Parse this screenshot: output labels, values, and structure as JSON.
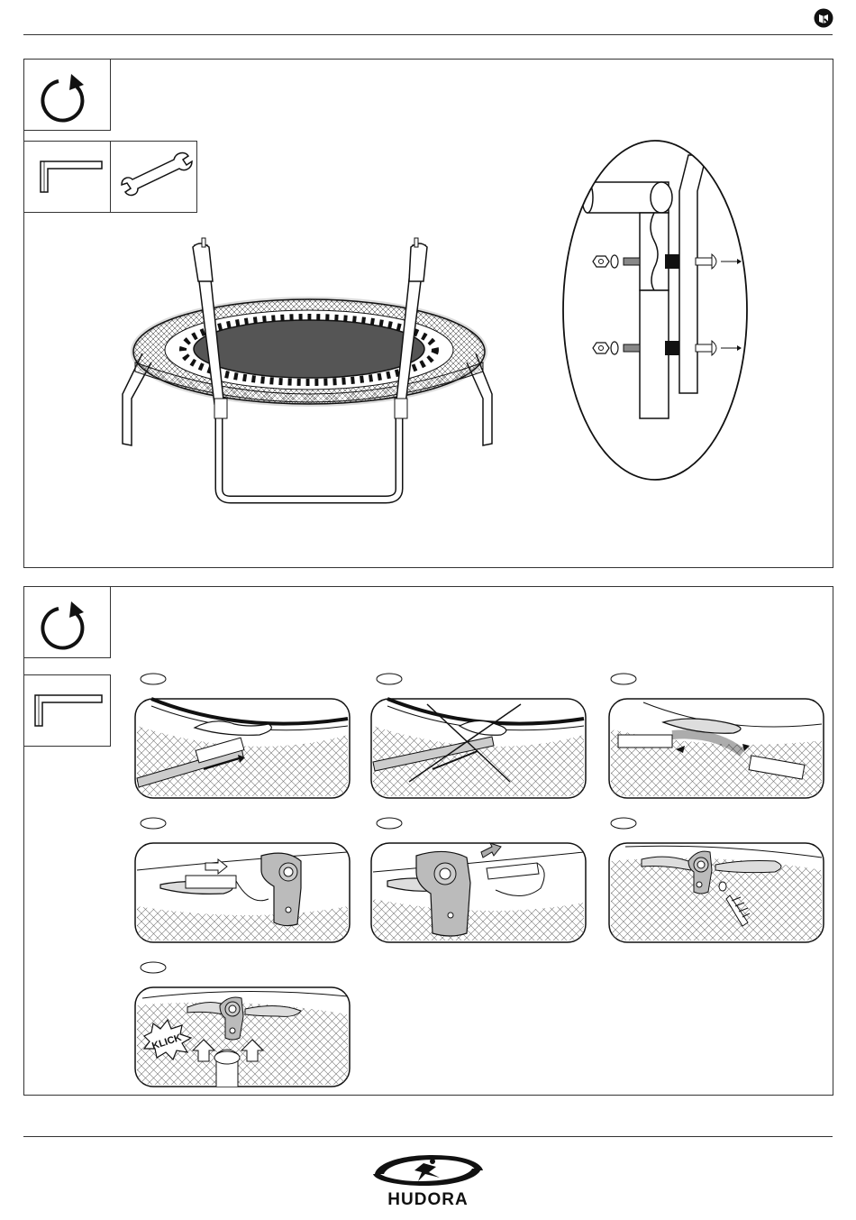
{
  "header": {
    "icon": "instruction-book-icon"
  },
  "section_1": {
    "step_icon": "rotate-clockwise-icon",
    "tools": [
      "allen-key-icon",
      "open-wrench-icon"
    ],
    "illustrations": [
      "trampoline-with-net-poles",
      "pole-bolt-detail-zoom"
    ]
  },
  "section_2": {
    "step_icon": "rotate-clockwise-icon",
    "tools": [
      "allen-key-icon"
    ],
    "steps": [
      {
        "illustration": "strap-insert-correct"
      },
      {
        "illustration": "strap-insert-wrong-crossed"
      },
      {
        "illustration": "strap-loop-pull"
      },
      {
        "illustration": "clamp-slide-right"
      },
      {
        "illustration": "clamp-slide-left"
      },
      {
        "illustration": "screw-tighten"
      },
      {
        "illustration": "clamp-push-up",
        "callout": "KLICK"
      }
    ]
  },
  "footer": {
    "brand": "HUDORA",
    "logo": "hudora-logo-icon"
  }
}
